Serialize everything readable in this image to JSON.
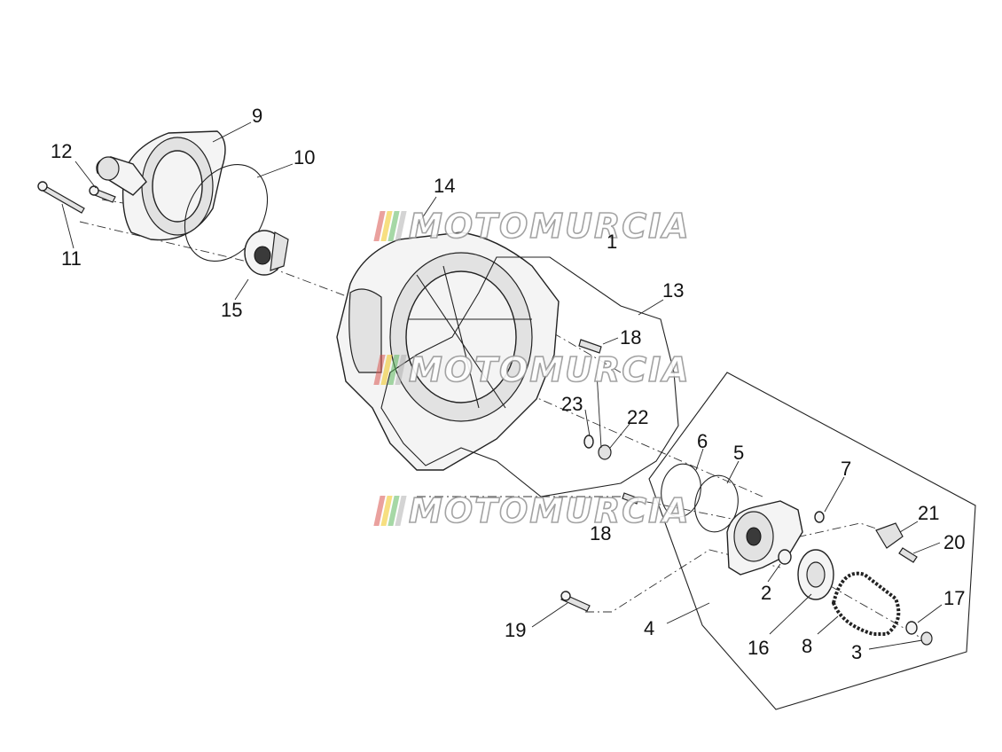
{
  "diagram": {
    "callouts": [
      "9",
      "10",
      "12",
      "11",
      "15",
      "14",
      "1",
      "13",
      "18",
      "23",
      "22",
      "6",
      "5",
      "7",
      "21",
      "20",
      "18",
      "2",
      "17",
      "19",
      "4",
      "16",
      "8",
      "3"
    ]
  },
  "watermark": {
    "text": "MOTOMURCIA",
    "bar_colors": [
      "#d9534f",
      "#f0c419",
      "#5cb85c",
      "#b0b0b0"
    ]
  }
}
